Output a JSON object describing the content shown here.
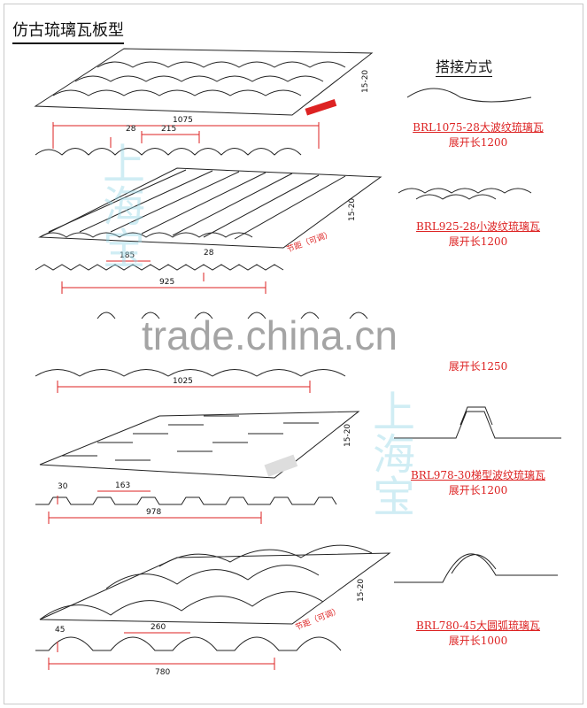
{
  "title": "仿古琉璃瓦板型",
  "lap_title": "搭接方式",
  "profiles": [
    {
      "name": "BRL1075-28大波纹琉璃瓦",
      "unfold": "展开长1200",
      "width": "1075",
      "height": "28",
      "pitch": "215",
      "overlap": "15-20"
    },
    {
      "name": "BRL925-28小波纹琉璃瓦",
      "unfold": "展开长1200",
      "width": "925",
      "height": "28",
      "pitch": "185",
      "overlap": "15-20",
      "note": "节距（可调）"
    },
    {
      "name": "",
      "unfold": "展开长1250",
      "width": "1025"
    },
    {
      "name": "BRL978-30梯型波纹琉璃瓦",
      "unfold": "展开长1200",
      "width": "978",
      "height": "30",
      "pitch": "163",
      "overlap": "15-20"
    },
    {
      "name": "BRL780-45大圆弧琉璃瓦",
      "unfold": "展开长1000",
      "width": "780",
      "height": "45",
      "pitch": "260",
      "overlap": "15-20",
      "note": "节距（可调）"
    }
  ],
  "watermark": "trade.china.cn",
  "watermark_cn": "上海宝"
}
